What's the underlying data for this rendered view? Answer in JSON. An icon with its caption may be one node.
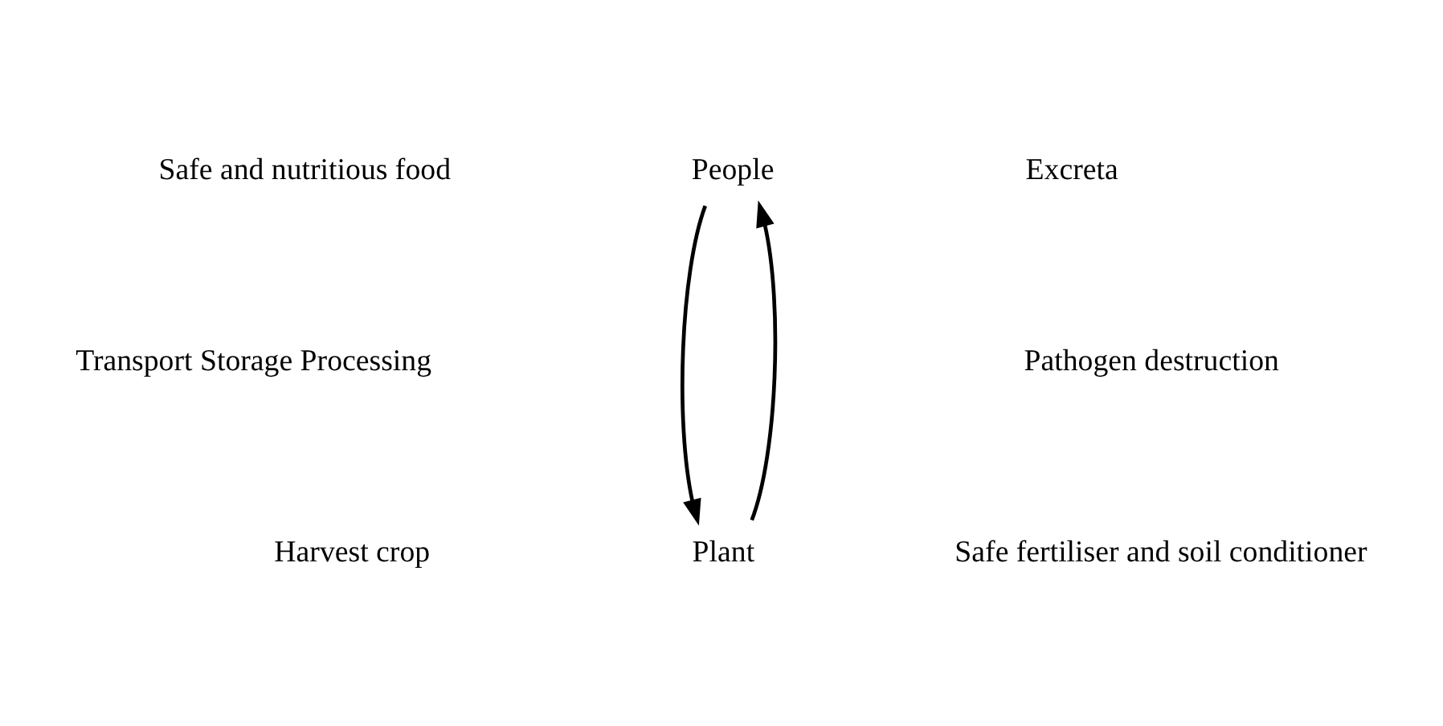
{
  "diagram": {
    "nodes": [
      {
        "text": [
          "People"
        ]
      },
      {
        "text": [
          "Plant"
        ]
      }
    ],
    "edges": [
      {
        "from": 0,
        "to": 1,
        "arrow": "to"
      },
      {
        "from": 1,
        "to": 0,
        "arrow": "to"
      }
    ],
    "labels": [
      "Safe and nutritious food",
      "Excreta",
      "Transport Storage Processing",
      "Pathogen destruction",
      "Harvest crop",
      "Safe fertiliser and soil conditioner"
    ]
  }
}
